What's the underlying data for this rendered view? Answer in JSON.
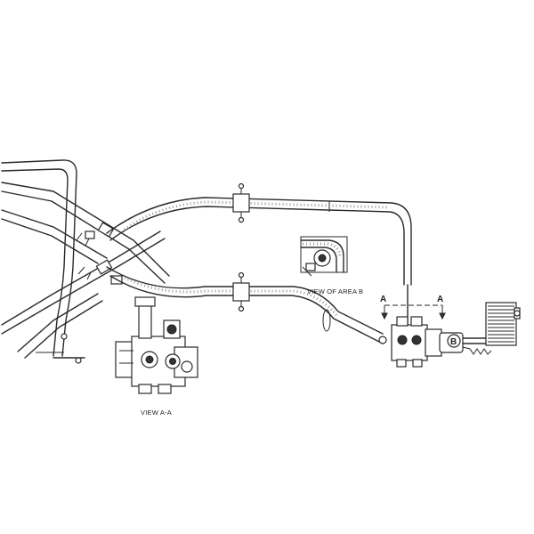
{
  "labels": {
    "view_area_b": "VIEW OF AREA B",
    "view_a_a": "VIEW A-A",
    "section_a_left": "A",
    "section_a_right": "A",
    "callout_b": "B"
  }
}
